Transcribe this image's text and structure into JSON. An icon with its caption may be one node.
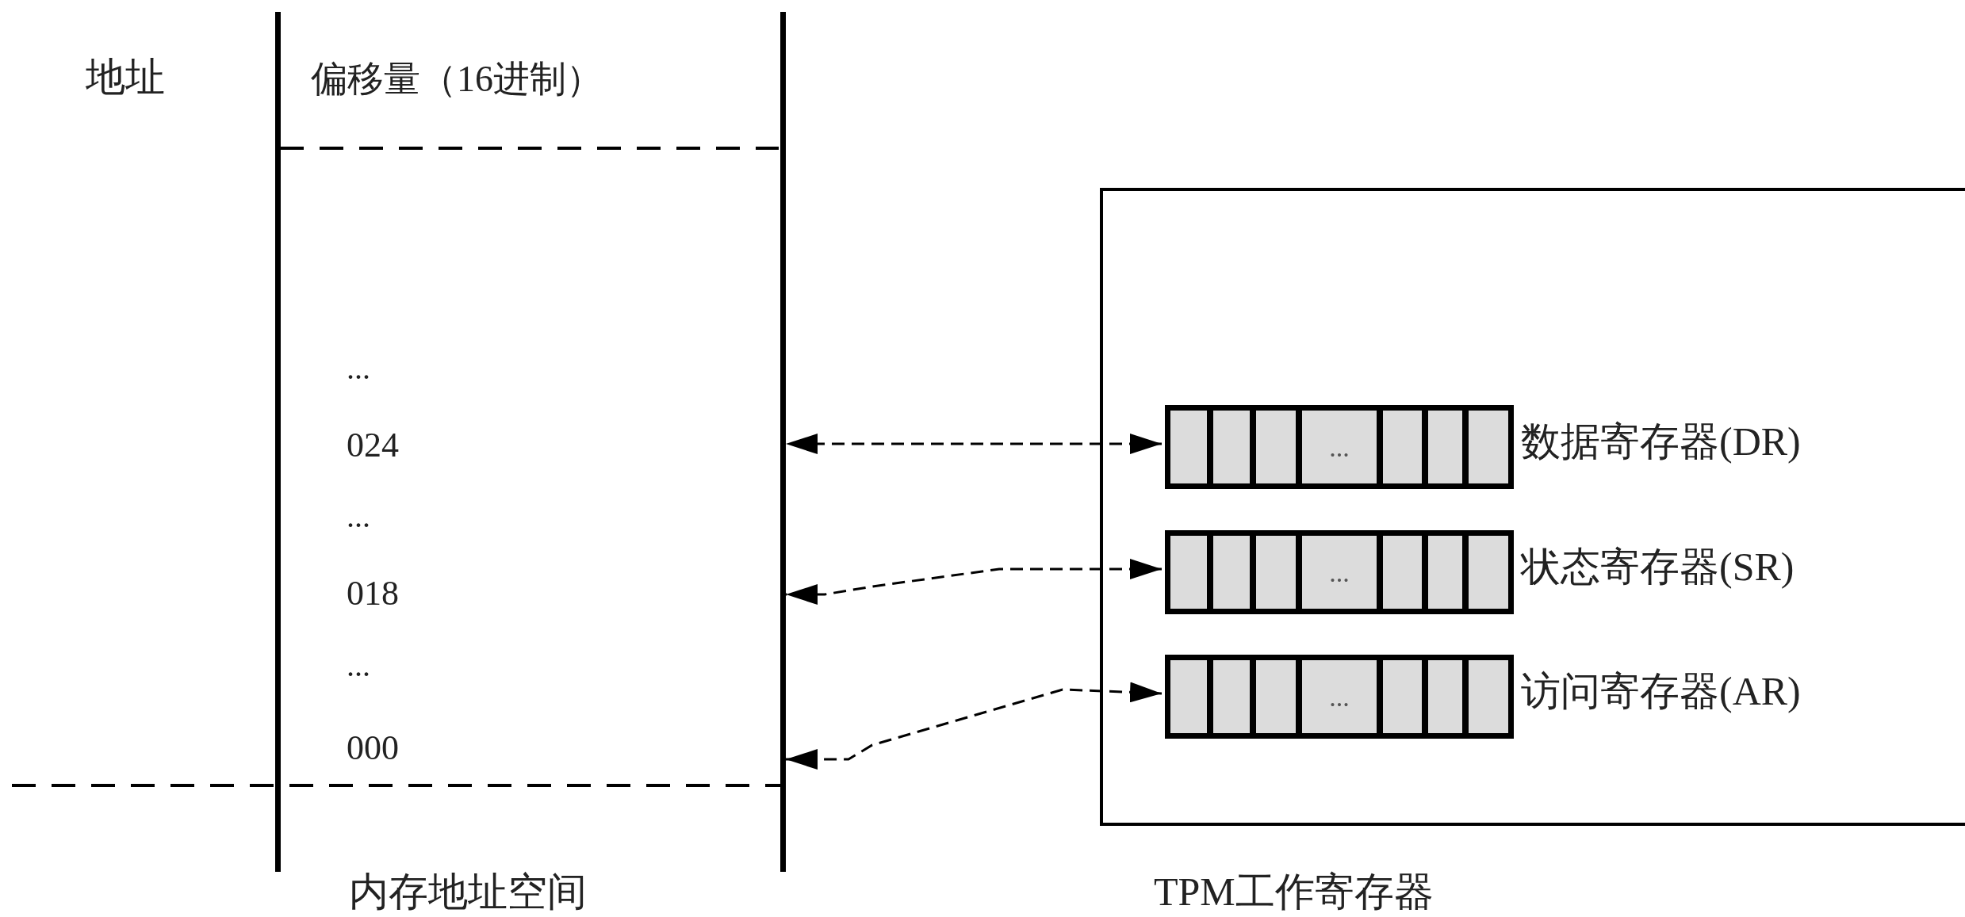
{
  "diagram": {
    "nodes": [
      {
        "text": [
          "偏移量（16进制）"
        ],
        "beside": [
          "内存地址空间"
        ]
      },
      {
        "text": [],
        "shape": "box",
        "beside": [
          "TPM工作寄存器"
        ]
      },
      {
        "text": [
          "..."
        ],
        "in": 1,
        "beside": [
          "数据寄存器(DR)"
        ]
      },
      {
        "text": [
          "..."
        ],
        "in": 1,
        "beside": [
          "状态寄存器(SR)"
        ]
      },
      {
        "text": [
          "..."
        ],
        "in": 1,
        "beside": [
          "访问寄存器(AR)"
        ]
      }
    ],
    "edges": [
      {
        "from": 2,
        "to": 0,
        "arrow": "both",
        "style": "dashed"
      },
      {
        "from": 3,
        "to": 0,
        "arrow": "both",
        "style": "dashed"
      },
      {
        "from": 4,
        "to": 0,
        "arrow": "both",
        "style": "dashed"
      }
    ],
    "labels": [
      "地址",
      "...",
      "024",
      "...",
      "018",
      "...",
      "000"
    ]
  }
}
